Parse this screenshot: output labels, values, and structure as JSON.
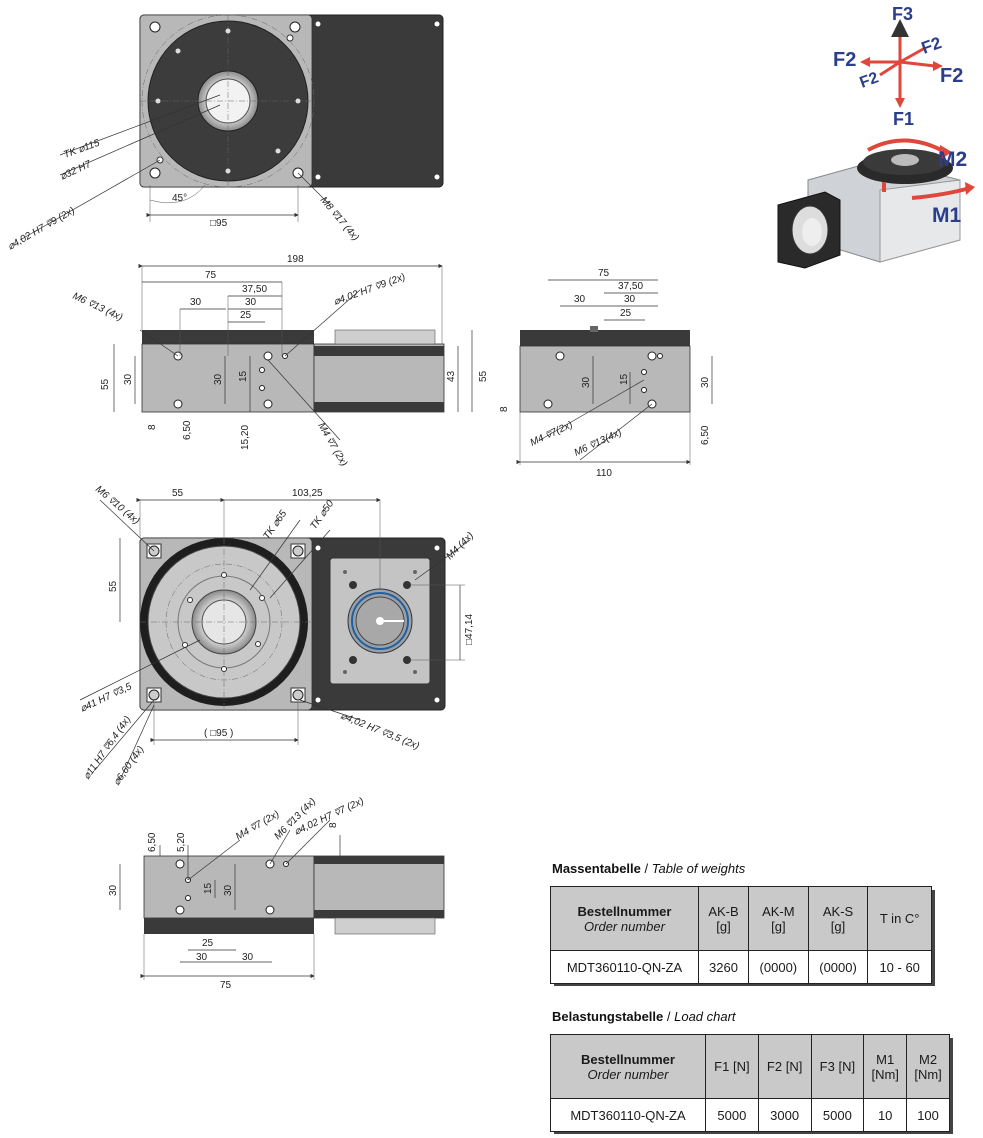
{
  "top_view": {
    "labels": {
      "tk115": "TK ⌀115",
      "d32": "⌀32 H7",
      "d402": "⌀4,02 H7 ⩢9 (2x)",
      "angle": "45°",
      "sq95": "□95",
      "m8": "M8 ⩢17 (4x)"
    }
  },
  "side_view": {
    "labels": {
      "w198": "198",
      "w75": "75",
      "w3750": "37,50",
      "w30": "30",
      "w30b": "30",
      "w25": "25",
      "m6": "M6 ⩢13 (4x)",
      "d402": "⌀4,02 H7 ⩢9 (2x)",
      "h55": "55",
      "h30": "30",
      "h30b": "30",
      "h15": "15",
      "h43": "43",
      "h55r": "55",
      "b8": "8",
      "b650": "6,50",
      "b1520": "15,20",
      "m4": "M4 ⩢7 (2x)"
    }
  },
  "end_view": {
    "labels": {
      "w75": "75",
      "w3750": "37,50",
      "w30": "30",
      "w30b": "30",
      "w25": "25",
      "h8": "8",
      "h30": "30",
      "h15": "15",
      "h30r": "30",
      "h650": "6,50",
      "m4": "M4 ⩢7(2x)",
      "m6": "M6 ⩢13(4x)",
      "w110": "110"
    }
  },
  "bottom_view": {
    "labels": {
      "m6": "M6 ⩢10 (4x)",
      "w55": "55",
      "w10325": "103,25",
      "tk65": "TK ⌀65",
      "tk50": "TK ⌀50",
      "m4": "M4 (4x)",
      "h55": "55",
      "sq4714": "□47,14",
      "d41": "⌀41 H7 ⩢3,5",
      "d11": "⌀11 H7 ⩢6,4 (4x)",
      "d660": "⌀6,60 (4x)",
      "sq95": "( □95 )",
      "d402": "⌀4,02 H7 ⩢3,5 (2x)"
    }
  },
  "lower_view": {
    "labels": {
      "m4": "M4 ⩢7 (2x)",
      "m6": "M6 ⩢13 (4x)",
      "d402": "⌀4,02 H7 ⩢7 (2x)",
      "v650": "6,50",
      "v520": "5,20",
      "v8": "8",
      "h30": "30",
      "h15": "15",
      "h30b": "30",
      "w25": "25",
      "w30": "30",
      "w30b": "30",
      "w75": "75"
    }
  },
  "forces": {
    "f3": "F3",
    "f2a": "F2",
    "f2b": "F2",
    "f2c": "F2",
    "f2d": "F2",
    "f1": "F1",
    "m2": "M2",
    "m1": "M1"
  },
  "weights": {
    "title_de": "Massentabelle",
    "sep": " / ",
    "title_en": "Table of weights",
    "header": {
      "order_de": "Bestellnummer",
      "order_en": "Order number",
      "akb": "AK-B",
      "akm": "AK-M",
      "aks": "AK-S",
      "unit": "[g]",
      "temp": "T in C°"
    },
    "row": {
      "order": "MDT360110-QN-ZA",
      "akb": "3260",
      "akm": "(0000)",
      "aks": "(0000)",
      "temp": "10 - 60"
    }
  },
  "loads": {
    "title_de": "Belastungstabelle",
    "sep": " / ",
    "title_en": "Load chart",
    "header": {
      "order_de": "Bestellnummer",
      "order_en": "Order number",
      "f1": "F1 [N]",
      "f2": "F2 [N]",
      "f3": "F3 [N]",
      "m1": "M1",
      "m2": "M2",
      "nm": "[Nm]"
    },
    "row": {
      "order": "MDT360110-QN-ZA",
      "f1": "5000",
      "f2": "3000",
      "f3": "5000",
      "m1": "10",
      "m2": "100"
    }
  },
  "colors": {
    "dark_body": "#3a3a3a",
    "grey_body": "#b8b8b8",
    "force_arrow": "#e0463a",
    "force_label": "#2a3e8c",
    "table_header": "#c9c9c9"
  }
}
